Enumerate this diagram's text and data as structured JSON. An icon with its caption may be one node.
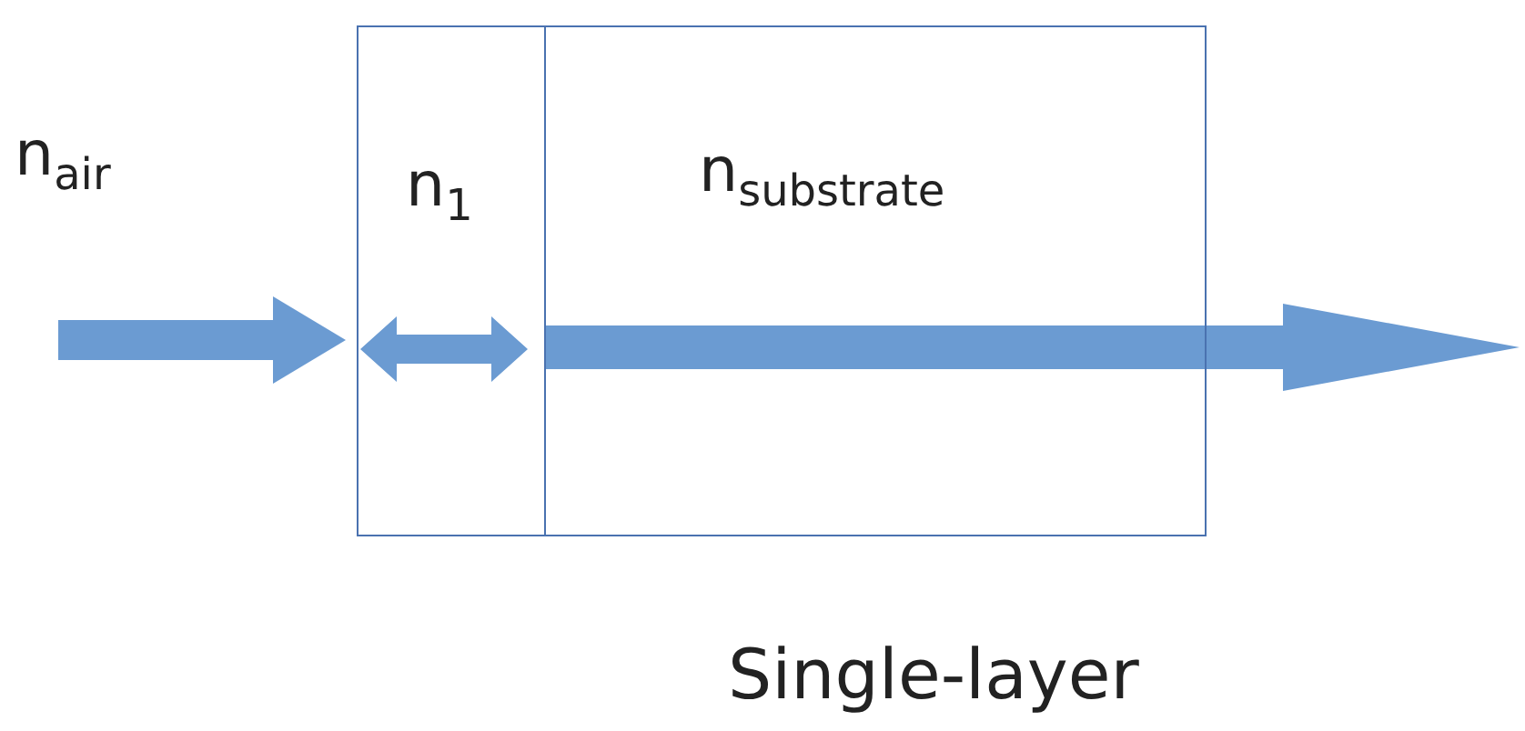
{
  "diagram": {
    "nodes": [
      {
        "text": [
          "n$_{1}$"
        ]
      },
      {
        "text": [
          "n$_{substrate}$"
        ]
      }
    ],
    "edges": [
      {
        "from": null,
        "to": 0,
        "arrow": "to"
      },
      {
        "from": 1,
        "to": null,
        "arrow": "to"
      }
    ],
    "labels": [
      "n$_{air}$",
      "Single-layer"
    ]
  }
}
